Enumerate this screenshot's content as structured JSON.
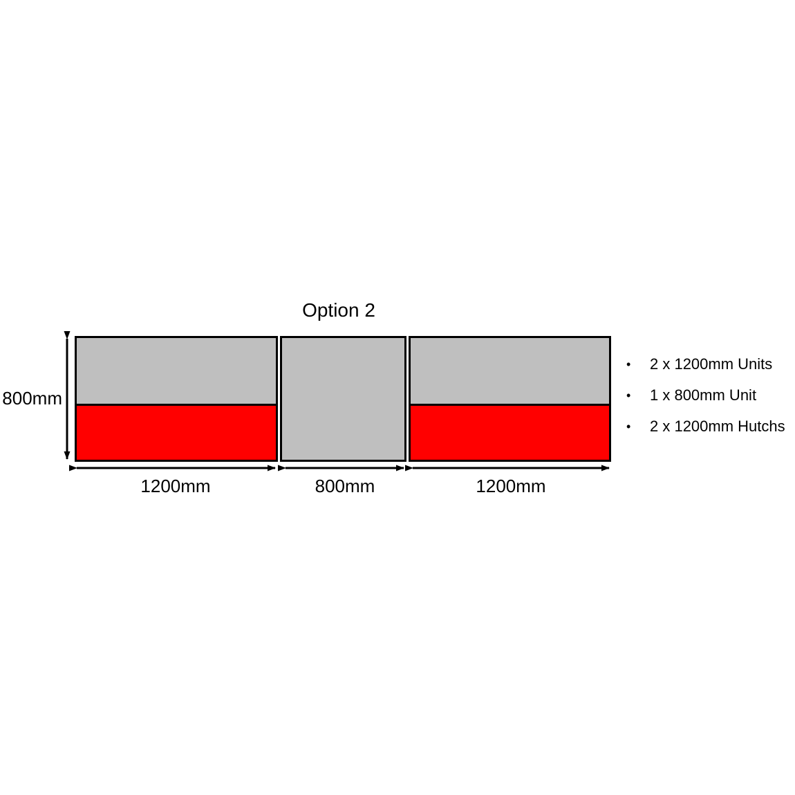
{
  "title": "Option 2",
  "colors": {
    "unit-gray": "#bfbfbf",
    "hutch-red": "#ff0000",
    "line": "#000000",
    "bg": "#ffffff"
  },
  "diagram": {
    "height_label": "800mm",
    "units": [
      {
        "name": "left-1200mm-unit",
        "width_label": "1200mm",
        "has_hutch": true
      },
      {
        "name": "middle-800mm-unit",
        "width_label": "800mm",
        "has_hutch": false
      },
      {
        "name": "right-1200mm-unit",
        "width_label": "1200mm",
        "has_hutch": true
      }
    ]
  },
  "legend": {
    "bullet_glyph": "•",
    "items": [
      "2 x 1200mm Units",
      "1 x 800mm Unit",
      "2 x 1200mm Hutchs"
    ]
  }
}
